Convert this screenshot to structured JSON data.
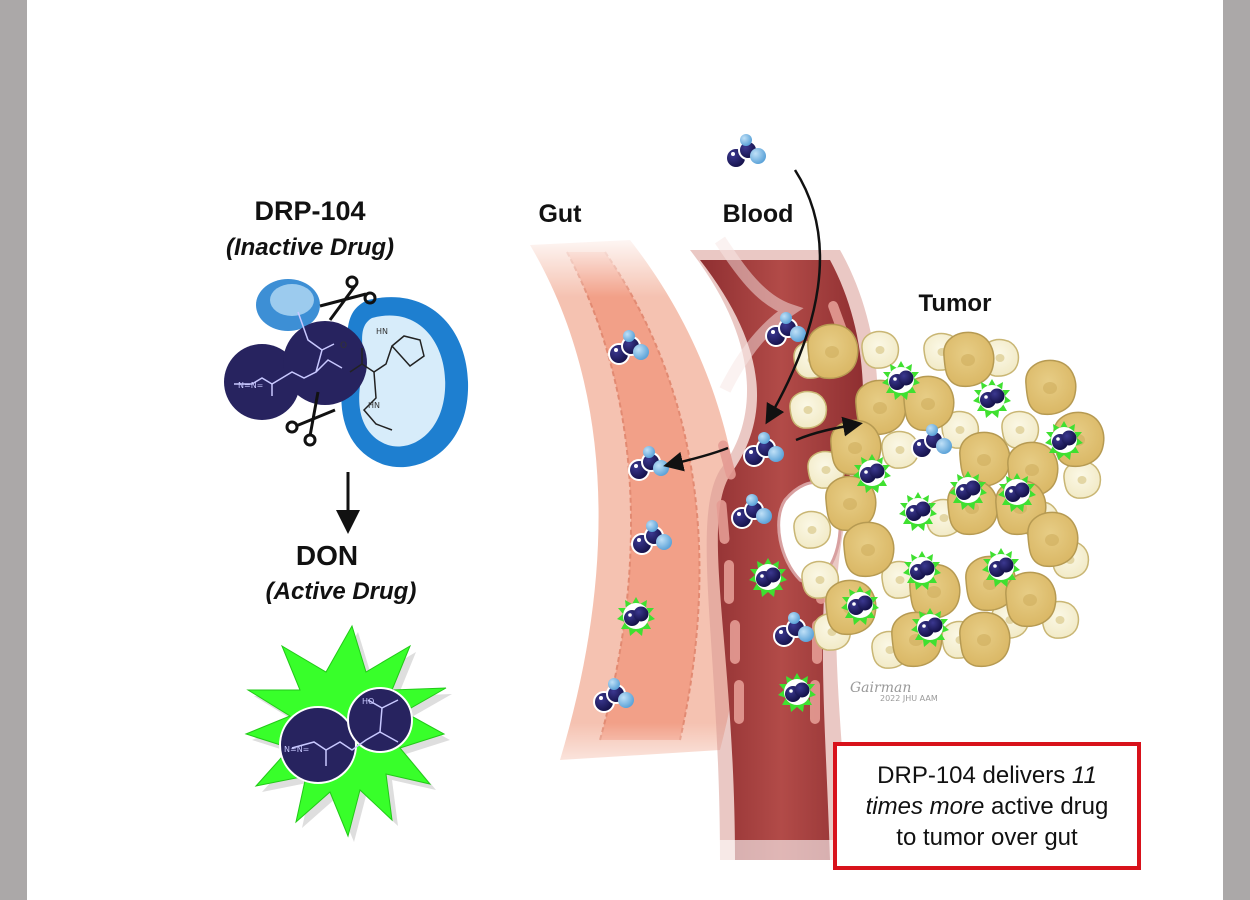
{
  "prodrug": {
    "name": "DRP-104",
    "subtitle": "(Inactive Drug)"
  },
  "active_drug": {
    "name": "DON",
    "subtitle": "(Active Drug)"
  },
  "compartments": {
    "gut": "Gut",
    "blood": "Blood",
    "tumor": "Tumor"
  },
  "callout": {
    "line1_regular": "DRP-104 delivers ",
    "line1_italic": "11",
    "line2_italic": "times more",
    "line2_regular": " active drug",
    "line3": "to tumor over gut"
  },
  "signature": {
    "name": "Gairman",
    "note": "2022 JHU AAM"
  },
  "colors": {
    "background_frame": "#aba8a8",
    "callout_border": "#d8121b",
    "active_drug_glow": "#39ff2e",
    "drug_core": "#1f1b5e",
    "promoiety": "#6fb0e0",
    "gut_wall": "#f4b7a4",
    "blood_vessel": "#a8403f",
    "tumor_cell": "#e3c77e"
  },
  "icons": {
    "scissors": "scissors-icon",
    "arrow": "arrow-down-icon",
    "prodrug_molecule": "prodrug-molecule-icon",
    "active_molecule": "active-molecule-icon"
  }
}
